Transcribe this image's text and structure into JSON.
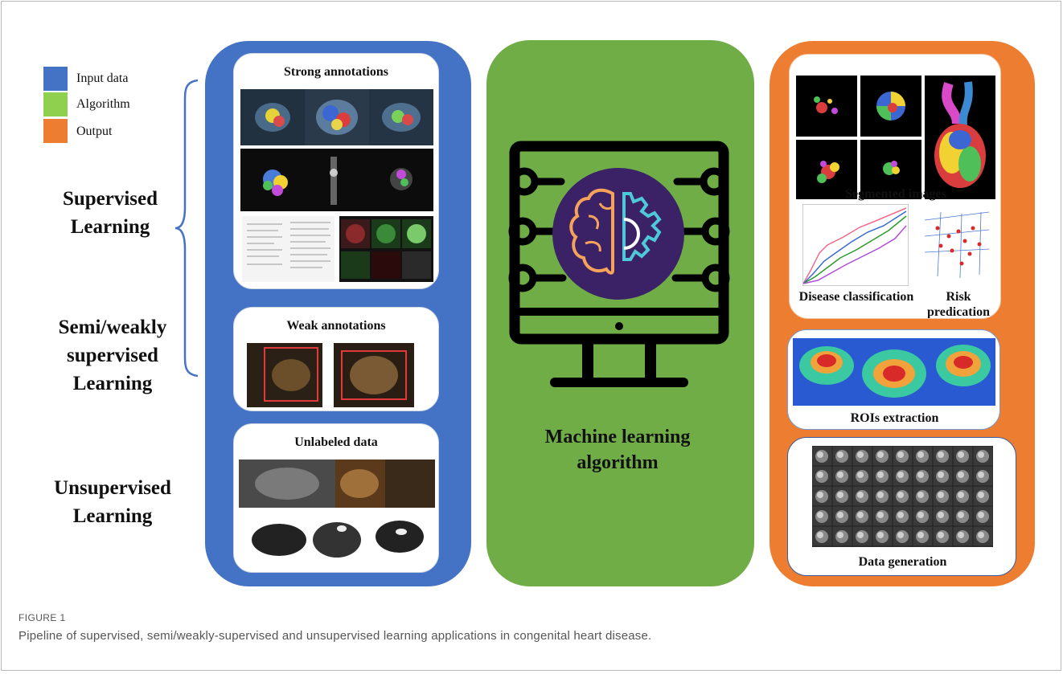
{
  "legend": {
    "items": [
      {
        "label": "Input data",
        "color": "#4472c4"
      },
      {
        "label": "Algorithm",
        "color": "#8fd14f"
      },
      {
        "label": "Output",
        "color": "#ed7d31"
      }
    ]
  },
  "learning_types": {
    "supervised": "Supervised Learning",
    "semi": "Semi/weakly supervised Learning",
    "unsupervised": "Unsupervised Learning"
  },
  "input_column": {
    "color": "#4472c4",
    "strong": "Strong annotations",
    "weak": "Weak annotations",
    "unlabeled": "Unlabeled data"
  },
  "algorithm_column": {
    "color": "#70ad47",
    "title": "Machine learning algorithm"
  },
  "output_column": {
    "color": "#ed7d31",
    "segmented": "Segmented images",
    "disease": "Disease classification",
    "risk": "Risk predication",
    "rois": "ROIs extraction",
    "datagen": "Data generation"
  },
  "caption": {
    "label": "FIGURE 1",
    "text": "Pipeline of supervised, semi/weakly-supervised and unsupervised learning applications in congenital heart disease."
  }
}
